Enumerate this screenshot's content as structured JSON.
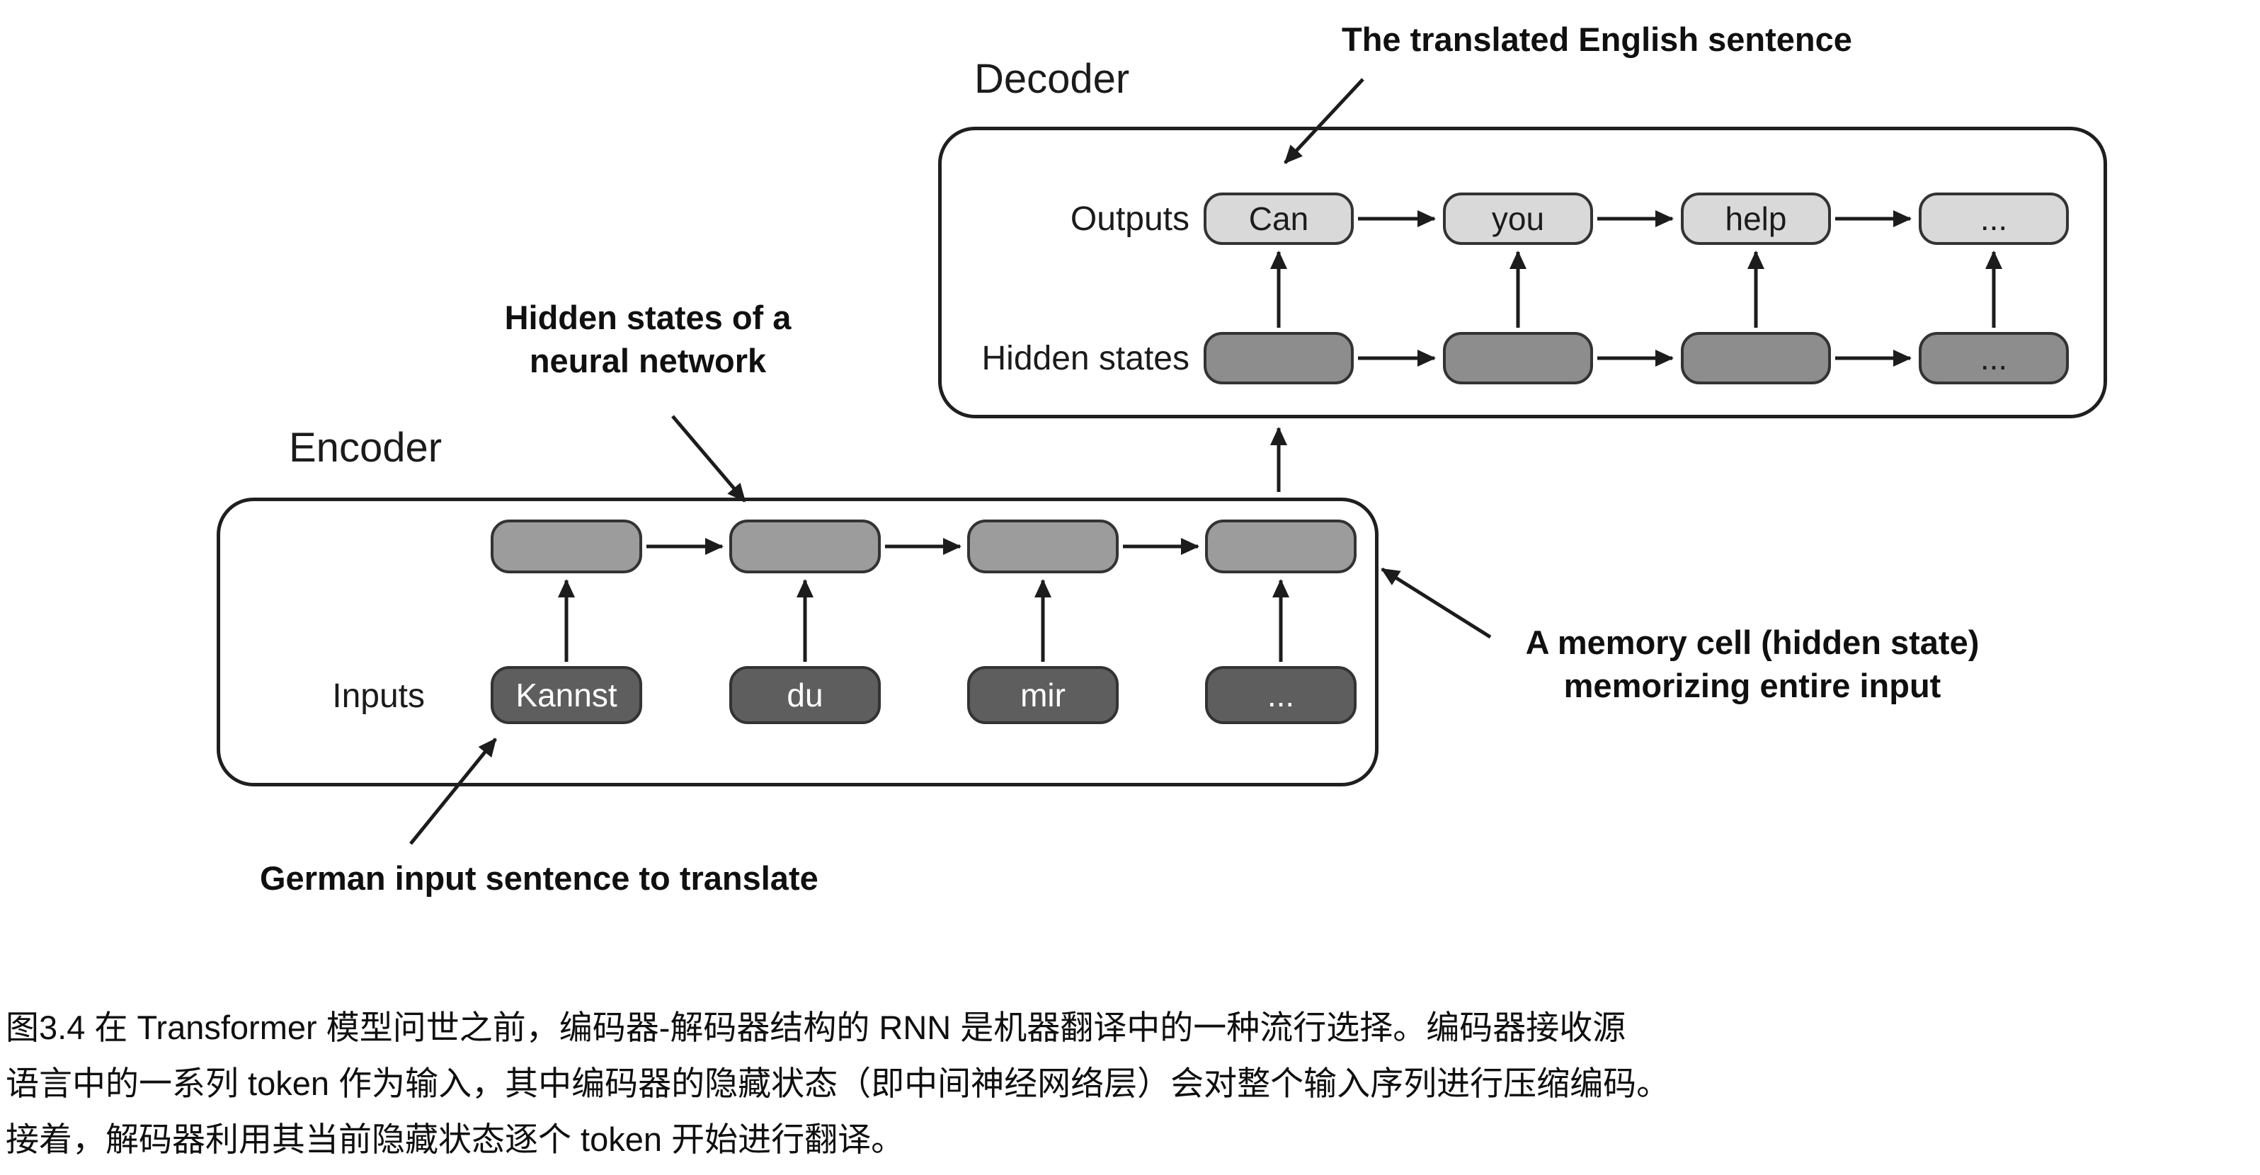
{
  "decoder": {
    "title": "Decoder",
    "outputs_label": "Outputs",
    "hidden_label": "Hidden states",
    "outputs": [
      "Can",
      "you",
      "help",
      "..."
    ],
    "hidden": [
      "",
      "",
      "",
      "..."
    ]
  },
  "encoder": {
    "title": "Encoder",
    "inputs_label": "Inputs",
    "inputs": [
      "Kannst",
      "du",
      "mir",
      "..."
    ],
    "hidden": [
      "",
      "",
      "",
      ""
    ]
  },
  "annotations": {
    "translated_sentence": "The translated English sentence",
    "hidden_states_line1": "Hidden states of a",
    "hidden_states_line2": "neural network",
    "memory_cell_line1": "A memory cell (hidden state)",
    "memory_cell_line2": "memorizing entire input",
    "german_input": "German input sentence to translate"
  },
  "caption": {
    "lines": [
      "图3.4 在 Transformer 模型问世之前，编码器-解码器结构的 RNN 是机器翻译中的一种流行选择。编码器接收源",
      "语言中的一系列 token 作为输入，其中编码器的隐藏状态（即中间神经网络层）会对整个输入序列进行压缩编码。",
      "接着，解码器利用其当前隐藏状态逐个 token 开始进行翻译。"
    ]
  },
  "colors": {
    "output_box": "#d9d9d9",
    "decoder_hidden_box": "#8d8d8d",
    "encoder_hidden_box": "#9c9c9c",
    "input_box": "#5e5e5e",
    "box_border": "#333333",
    "frame_outline": "#1f1f1f",
    "arrow": "#1c1c1c"
  }
}
